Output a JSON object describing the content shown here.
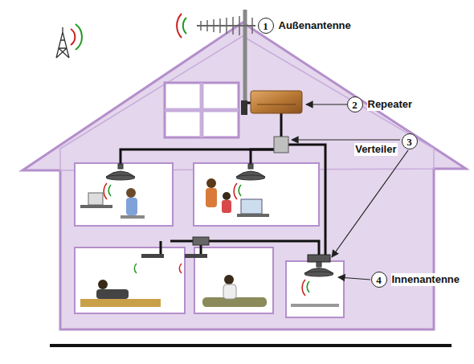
{
  "diagram": {
    "nodes": [
      {
        "text": [
          "1",
          "Außenantenne"
        ]
      },
      {
        "text": [
          "2",
          "Repeater"
        ]
      },
      {
        "text": [
          "3",
          "Verteiler"
        ]
      },
      {
        "text": [
          "4",
          "Innenantenne"
        ]
      }
    ]
  }
}
